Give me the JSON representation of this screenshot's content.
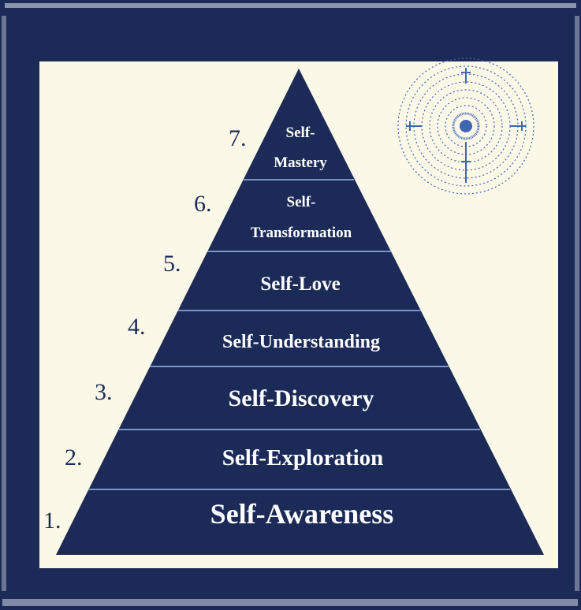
{
  "colors": {
    "frame": "#1b2a57",
    "paper": "#fbf8e8",
    "pyramid": "#1b2a57",
    "divider": "#7b95c9",
    "label_text": "#ffffff",
    "number_text": "#1b2a57",
    "labyrinth": "#3f66b3"
  },
  "decoration": {
    "labyrinth_icon": "labyrinth-icon"
  },
  "pyramid": {
    "levels": [
      {
        "number": "1.",
        "label": "Self-Awareness"
      },
      {
        "number": "2.",
        "label": "Self-Exploration"
      },
      {
        "number": "3.",
        "label": "Self-Discovery"
      },
      {
        "number": "4.",
        "label": "Self-Understanding"
      },
      {
        "number": "5.",
        "label": "Self-Love"
      },
      {
        "number": "6.",
        "label_line1": "Self-",
        "label_line2": "Transformation"
      },
      {
        "number": "7.",
        "label_line1": "Self-",
        "label_line2": "Mastery"
      }
    ]
  }
}
